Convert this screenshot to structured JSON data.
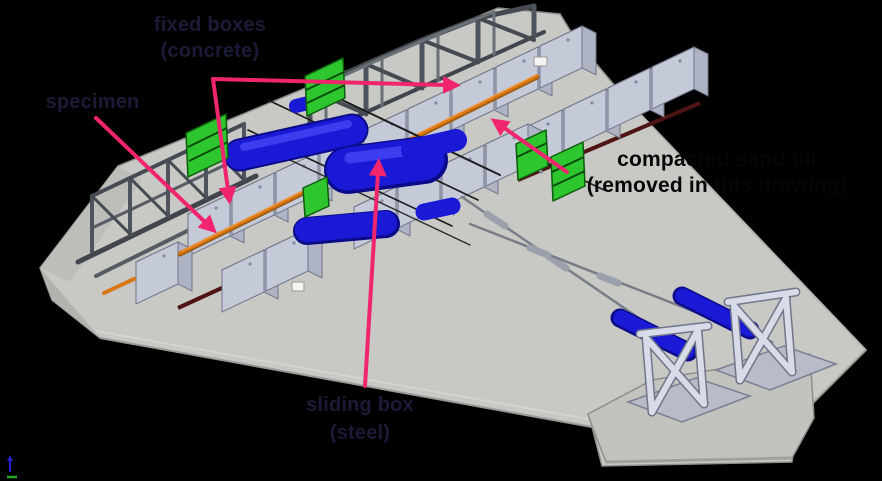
{
  "figure": {
    "background_color": "#000000",
    "labels": {
      "fixed_boxes": {
        "line1": "fixed boxes",
        "line2": "(concrete)"
      },
      "specimen": {
        "text": "specimen"
      },
      "compacted_sand_fill": {
        "line1": "compacted sand fill",
        "line2": "(removed in this drawing)"
      },
      "sliding_box": {
        "line1": "sliding box",
        "line2": "(steel)"
      }
    },
    "colors": {
      "platform_gray": "#c8c8c4",
      "box_top_gray": "#dde1ea",
      "box_front_gray_blue": "#c5cad9",
      "box_side_gray_blue": "#aeb4c4",
      "sliding_box_blue": "#1a1ad6",
      "panel_green": "#2ec62e",
      "specimen_rail_orange": "#d97614",
      "annotation_pink": "#f1246e",
      "steel_frame_dark": "#4e545e",
      "a_frame_light": "#d8dce8",
      "baseline_maroon": "#4e1414"
    },
    "icons": [
      "axis-triad-icon"
    ]
  }
}
